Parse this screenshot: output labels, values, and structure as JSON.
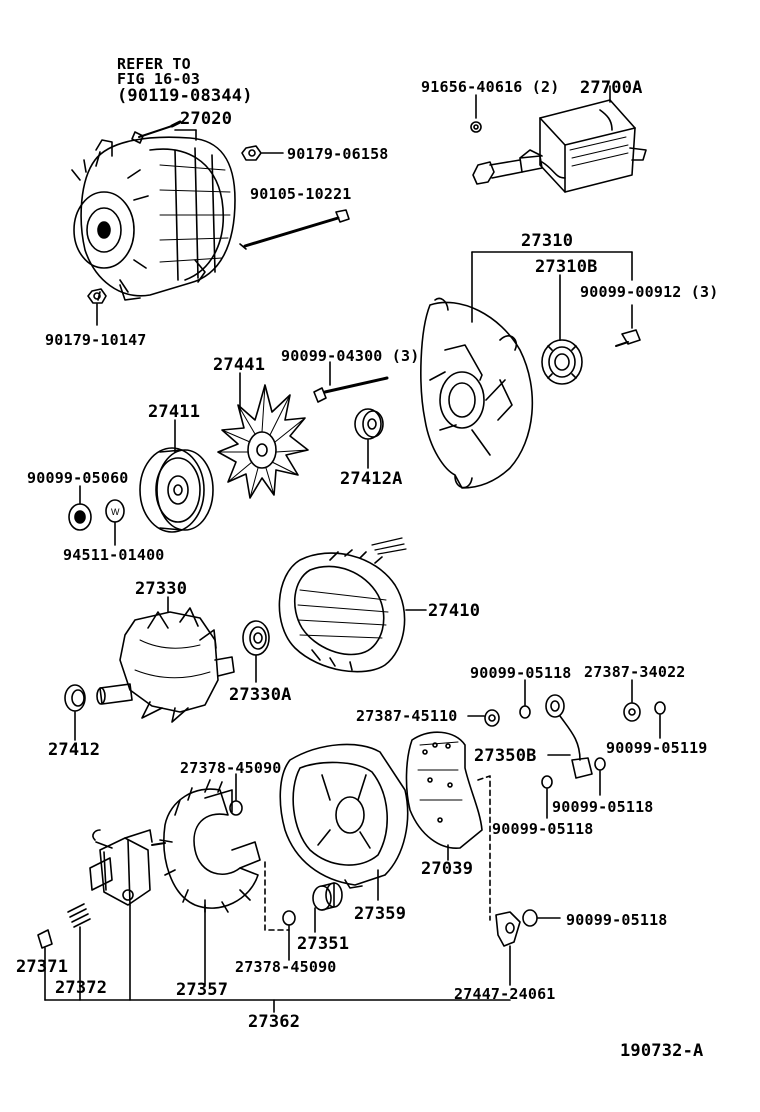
{
  "refer": {
    "line1": "REFER TO",
    "line2": "FIG 16-03",
    "line3": "(90119-08344)"
  },
  "labels": {
    "p27020": "27020",
    "p90179_06158": "90179-06158",
    "p90105_10221": "90105-10221",
    "p90179_10147": "90179-10147",
    "p91656_40616": "91656-40616 (2)",
    "p27700A": "27700A",
    "p27310": "27310",
    "p27310B": "27310B",
    "p90099_00912": "90099-00912 (3)",
    "p27441": "27441",
    "p90099_04300": "90099-04300 (3)",
    "p27411": "27411",
    "p90099_05060": "90099-05060",
    "p27412A": "27412A",
    "p94511_01400": "94511-01400",
    "p27330": "27330",
    "p27410": "27410",
    "p27330A": "27330A",
    "p27412": "27412",
    "p90099_05118_a": "90099-05118",
    "p27387_34022": "27387-34022",
    "p27387_45110": "27387-45110",
    "p27350B": "27350B",
    "p90099_05119": "90099-05119",
    "p27378_45090_a": "27378-45090",
    "p90099_05118_b": "90099-05118",
    "p90099_05118_c": "90099-05118",
    "p27039": "27039",
    "p27359": "27359",
    "p90099_05118_d": "90099-05118",
    "p27351": "27351",
    "p27378_45090_b": "27378-45090",
    "p27371": "27371",
    "p27372": "27372",
    "p27357": "27357",
    "p27447_24061": "27447-24061",
    "p27362": "27362"
  },
  "figure_id": "190732-A"
}
